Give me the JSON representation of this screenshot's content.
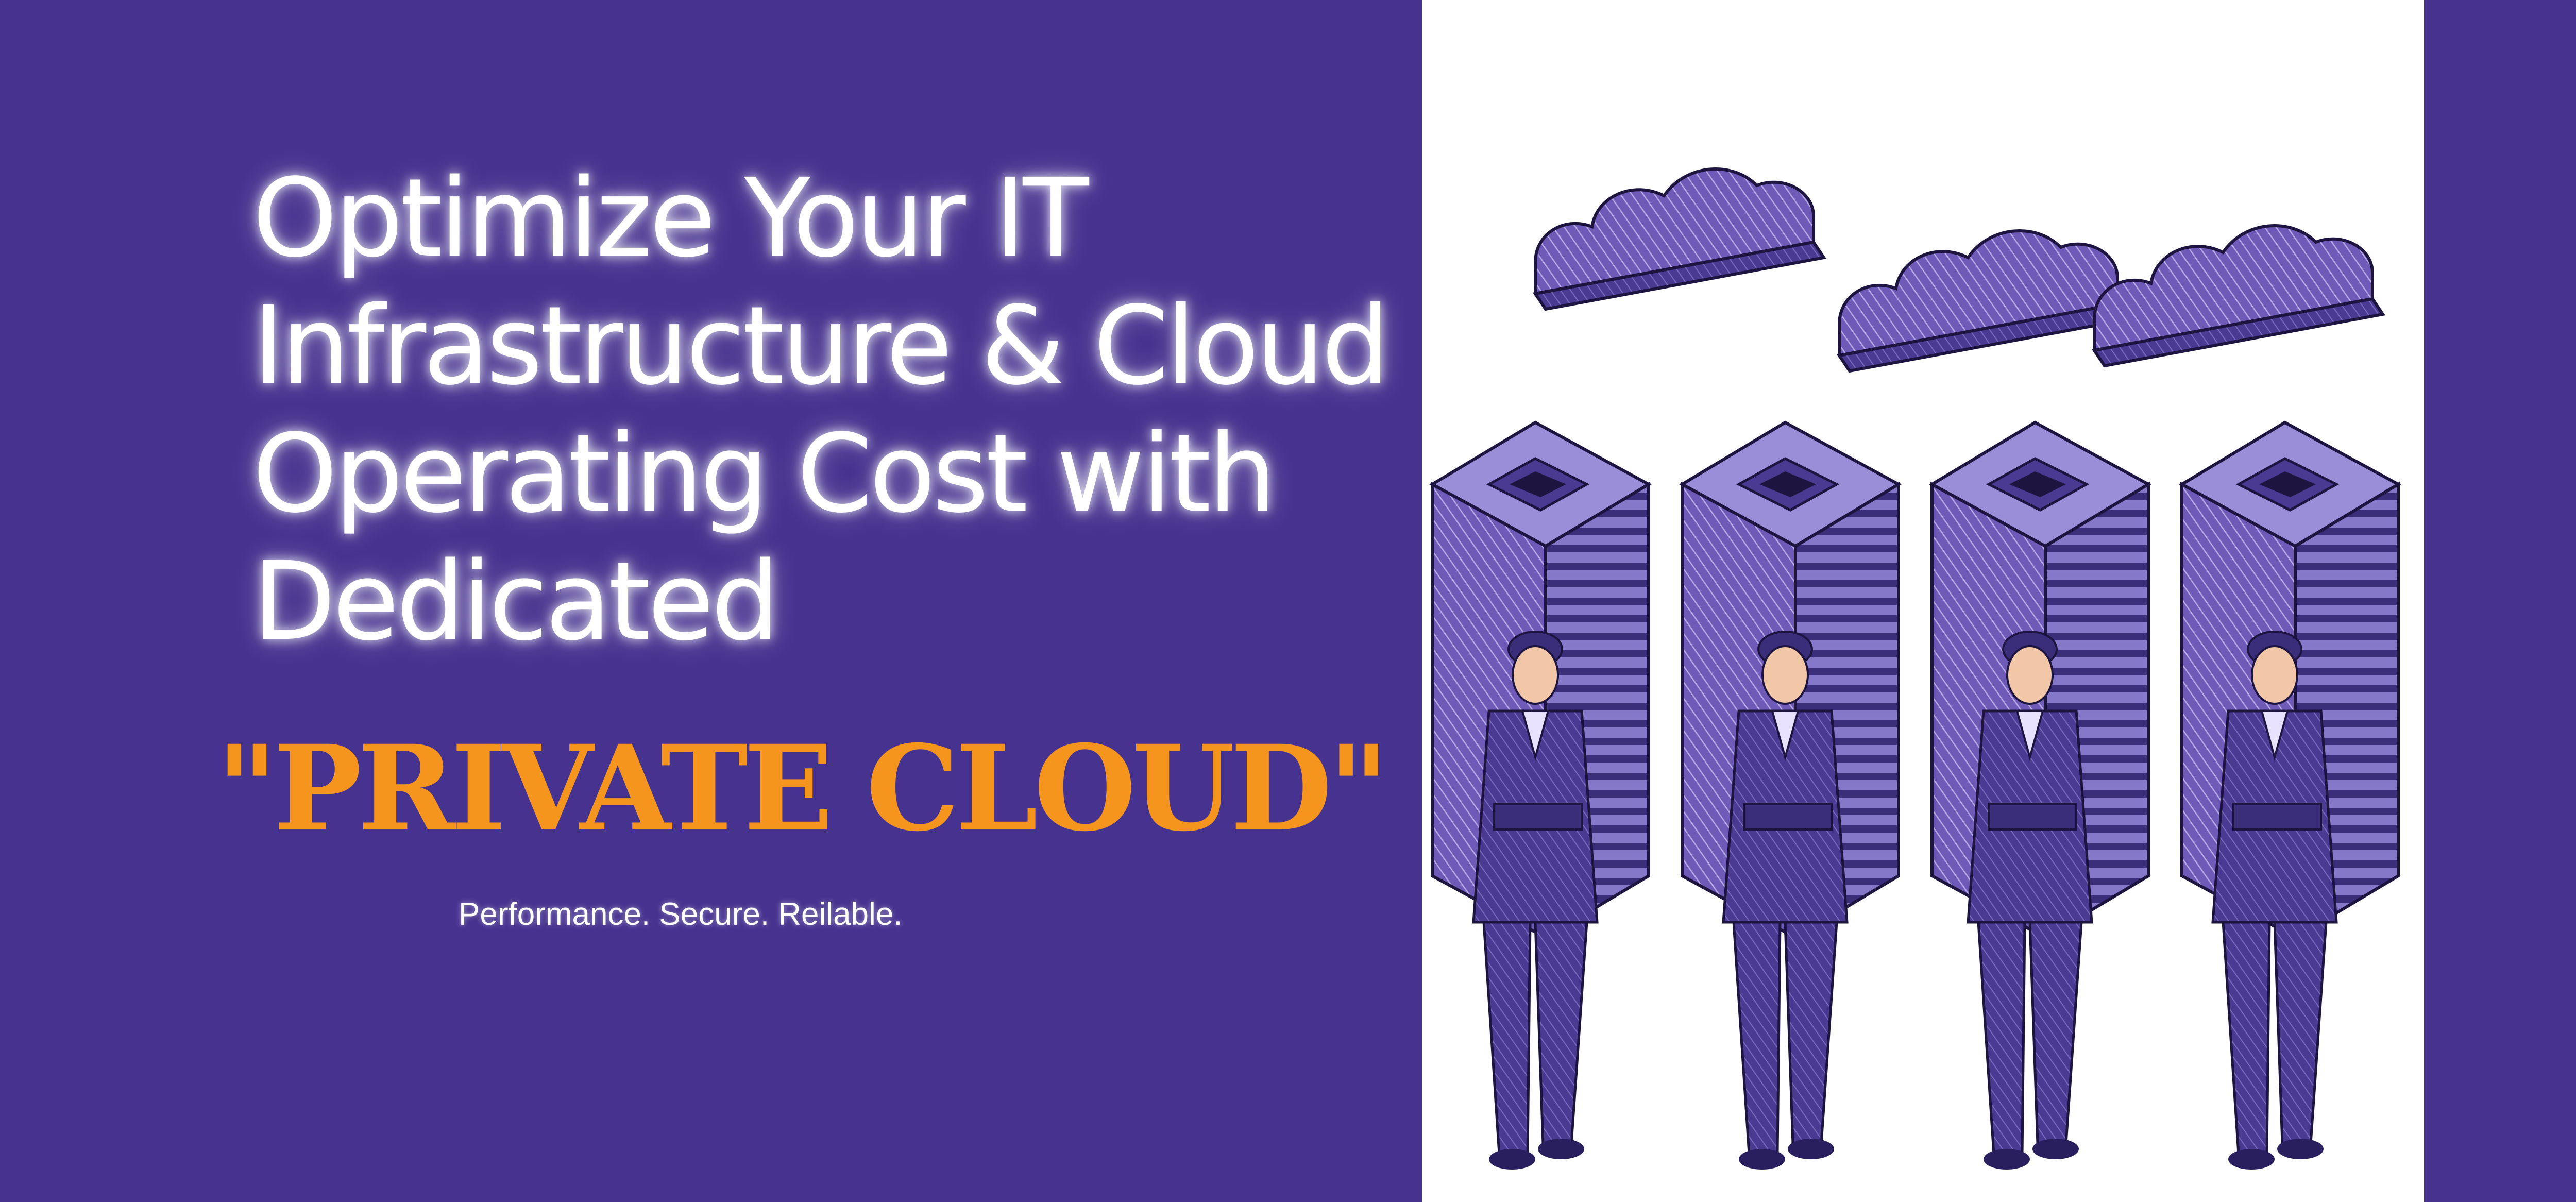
{
  "hero": {
    "headline_lines": [
      "Optimize Your IT",
      "Infrastructure & Cloud",
      "Operating Cost with",
      "Dedicated"
    ],
    "product": "\"PRIVATE CLOUD\"",
    "tagline": "Performance. Secure. Reilable."
  },
  "colors": {
    "background": "#46338f",
    "accent": "#f5951e",
    "headline": "#ffffff",
    "illustration_background": "#ffffff",
    "illustration_fill": "#6e5bb8"
  },
  "illustration": {
    "icons": [
      "cloud-icon",
      "server-rack-icon",
      "businessman-icon"
    ],
    "server_count": 4,
    "cloud_count": 3
  }
}
